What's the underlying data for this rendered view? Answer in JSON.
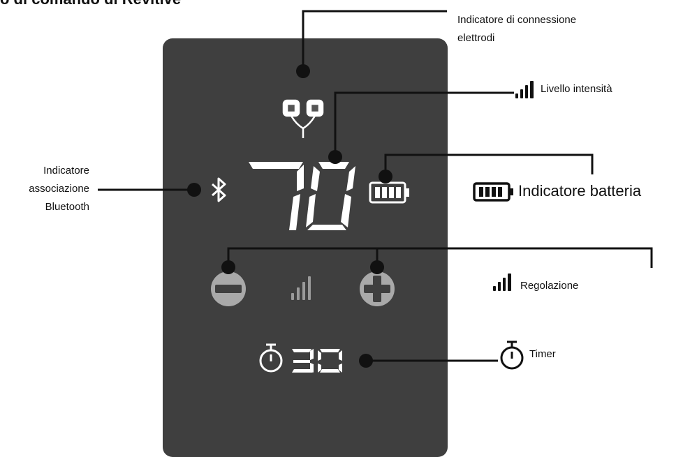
{
  "title": "o di comando di Revitive",
  "display": {
    "intensity_value": "70",
    "timer_value": "30"
  },
  "labels": {
    "electrodes": "Indicatore di connessione elettrodi",
    "electrodes_line1": "Indicatore di connessione",
    "electrodes_line2": "elettrodi",
    "intensity": "Livello intensità",
    "bluetooth_line1": "Indicatore",
    "bluetooth_line2": "associazione",
    "bluetooth_line3": "Bluetooth",
    "battery": "Indicatore batteria",
    "adjust": "Regolazione",
    "timer": "Timer"
  },
  "icons": [
    "electrode-pads-icon",
    "bluetooth-icon",
    "battery-icon",
    "signal-bars-icon",
    "minus-button-icon",
    "plus-button-icon",
    "stopwatch-icon"
  ],
  "colors": {
    "panel": "#3f3f3f",
    "buttons": "#a9a9a9",
    "lines": "#111111",
    "display": "#ffffff"
  }
}
